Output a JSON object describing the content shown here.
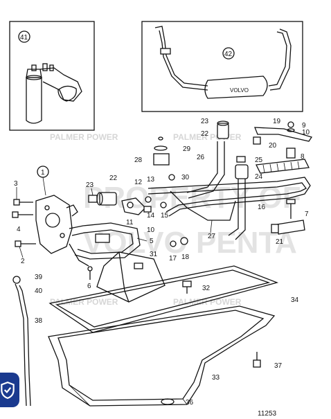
{
  "diagram": {
    "watermarks": [
      "PALMER POWER",
      "PALMER POWER",
      "PALMER POWER",
      "PALMER POWER"
    ],
    "watermark_large_1": "PROPERTY OF",
    "watermark_large_2": "VOLVO PENTA",
    "drawing_number": "11253",
    "inset_left_label": "41",
    "inset_right_label": "42",
    "part_labels": {
      "p1": "1",
      "p2": "2",
      "p3": "3",
      "p4": "4",
      "p5": "5",
      "p6": "6",
      "p7": "7",
      "p8": "8",
      "p9": "9",
      "p10": "10",
      "p11": "11",
      "p12": "12",
      "p13": "13",
      "p14": "14",
      "p15": "15",
      "p16": "16",
      "p17": "17",
      "p18": "18",
      "p19": "19",
      "p20": "20",
      "p21": "21",
      "p22a": "22",
      "p22b": "22",
      "p23a": "23",
      "p23b": "23",
      "p24": "24",
      "p25": "25",
      "p26": "26",
      "p27": "27",
      "p28": "28",
      "p29": "29",
      "p30": "30",
      "p31": "31",
      "p32": "32",
      "p33": "33",
      "p34": "34",
      "p36": "36",
      "p37": "37",
      "p38": "38",
      "p39": "39",
      "p40": "40"
    },
    "muffler_text": "VOLVO"
  },
  "colors": {
    "line": "#111111",
    "badge": "#1a3a8f"
  }
}
